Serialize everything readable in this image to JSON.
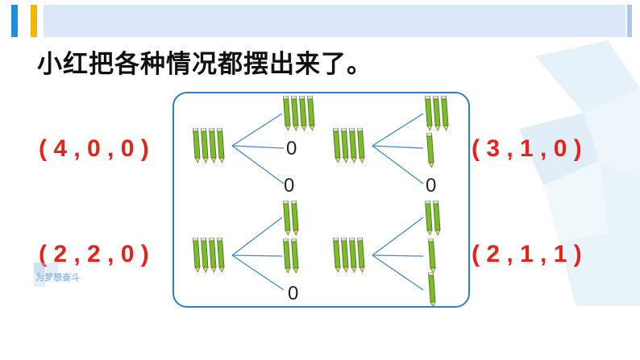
{
  "slide": {
    "title": "小红把各种情况都摆出来了。",
    "watermark": "为梦想奋斗",
    "colors": {
      "accent_blue": "#1f8fdc",
      "accent_gold": "#f2b705",
      "label_red": "#e8221b",
      "frame": "#2f7fbe",
      "stick_green": "#7dbb2a"
    },
    "cases": [
      {
        "label": "( 4 , 0 , 0 )",
        "branches": [
          "4 sticks",
          "0",
          "0"
        ]
      },
      {
        "label": "( 3 , 1 , 0 )",
        "branches": [
          "3 sticks",
          "1 stick",
          "0"
        ]
      },
      {
        "label": "( 2 , 2 , 0 )",
        "branches": [
          "2 sticks",
          "2 sticks",
          "0"
        ]
      },
      {
        "label": "( 2 , 1 , 1 )",
        "branches": [
          "2 sticks",
          "1 stick",
          "1 stick"
        ]
      }
    ],
    "zero": "0"
  }
}
